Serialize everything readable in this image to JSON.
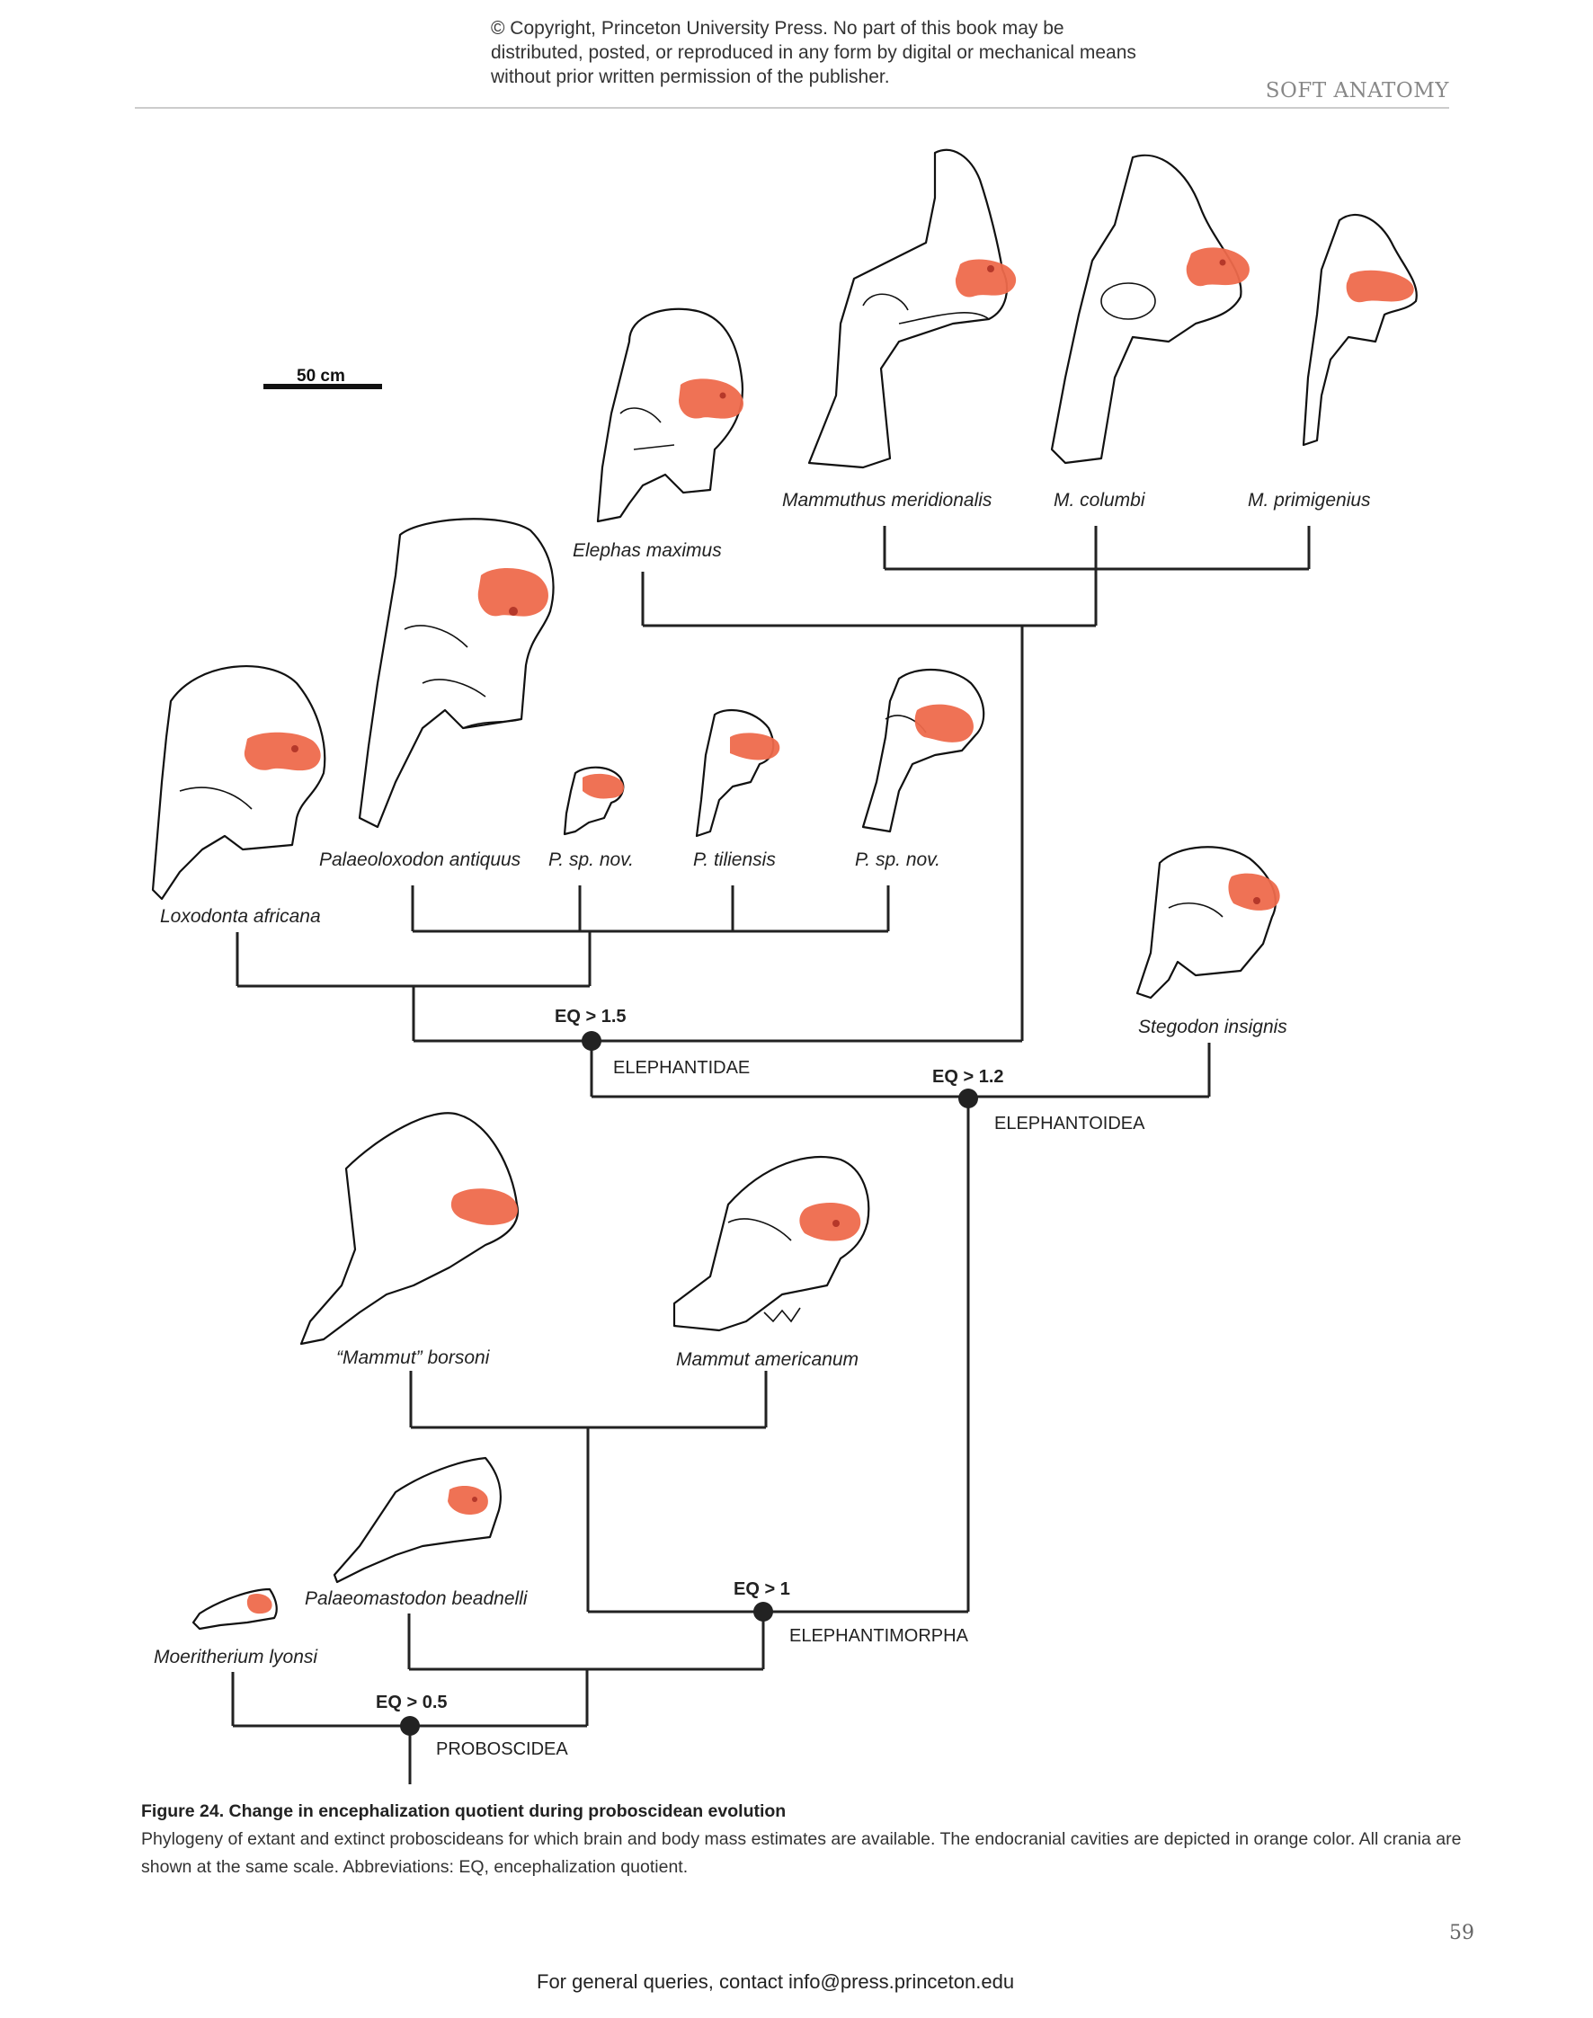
{
  "header": {
    "copyright": "© Copyright, Princeton University Press. No part of this book may be distributed, posted, or reproduced in any form by digital or mechanical means without prior written permission of the publisher.",
    "running_head": "SOFT ANATOMY"
  },
  "figure": {
    "scale_bar": "50 cm",
    "brain_color": "#ee6a4c",
    "taxa": {
      "elephas_maximus": "Elephas maximus",
      "mammuthus_meridionalis": "Mammuthus meridionalis",
      "m_columbi": "M. columbi",
      "m_primigenius": "M. primigenius",
      "loxodonta_africana": "Loxodonta africana",
      "palaeoloxodon_antiquus": "Palaeoloxodon antiquus",
      "p_sp_nov_1": "P. sp. nov.",
      "p_tiliensis": "P. tiliensis",
      "p_sp_nov_2": "P. sp. nov.",
      "stegodon_insignis": "Stegodon insignis",
      "mammut_borsoni": "“Mammut” borsoni",
      "mammut_americanum": "Mammut americanum",
      "palaeomastodon_beadnelli": "Palaeomastodon beadnelli",
      "moeritherium_lyonsi": "Moeritherium lyonsi"
    },
    "nodes": {
      "elephantidae": {
        "eq": "EQ > 1.5",
        "clade": "ELEPHANTIDAE"
      },
      "elephantoidea": {
        "eq": "EQ > 1.2",
        "clade": "ELEPHANTOIDEA"
      },
      "elephantimorpha": {
        "eq": "EQ > 1",
        "clade": "ELEPHANTIMORPHA"
      },
      "proboscidea": {
        "eq": "EQ > 0.5",
        "clade": "PROBOSCIDEA"
      }
    }
  },
  "caption": {
    "title": "Figure 24. Change in encephalization quotient during proboscidean evolution",
    "body": "Phylogeny of extant and extinct proboscideans for which brain and body mass estimates are available. The endocranial cavities are depicted in orange color. All crania are shown at the same scale. Abbreviations: EQ, encephalization quotient."
  },
  "page_number": "59",
  "footer": "For general queries, contact info@press.princeton.edu"
}
